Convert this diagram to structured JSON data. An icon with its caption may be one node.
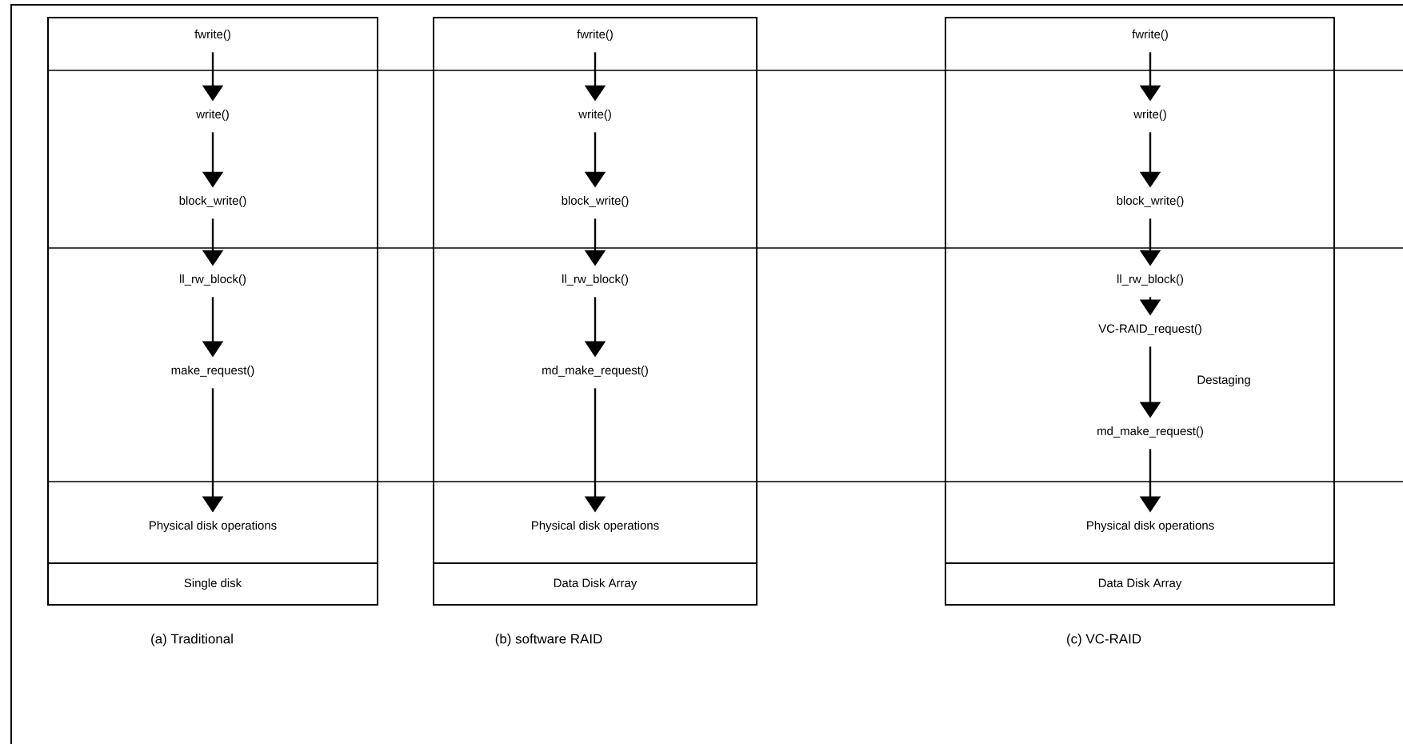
{
  "diagram": {
    "nodes": [
      {
        "text": [],
        "shape": "box"
      },
      {
        "text": [
          "fwrite()"
        ],
        "in": 0
      },
      {
        "text": [
          "write()"
        ],
        "in": 0
      },
      {
        "text": [
          "block_write()"
        ],
        "in": 0
      },
      {
        "text": [
          "ll_rw_block()"
        ],
        "in": 0
      },
      {
        "text": [
          "make_request()"
        ],
        "in": 0
      },
      {
        "text": [
          "Physical disk operations"
        ],
        "in": 0
      },
      {
        "text": [
          "Single disk"
        ],
        "in": 0
      },
      {
        "text": [],
        "shape": "box"
      },
      {
        "text": [
          "fwrite()"
        ],
        "in": 8
      },
      {
        "text": [
          "write()"
        ],
        "in": 8
      },
      {
        "text": [
          "block_write()"
        ],
        "in": 8
      },
      {
        "text": [
          "ll_rw_block()"
        ],
        "in": 8
      },
      {
        "text": [
          "md_make_request()"
        ],
        "in": 8
      },
      {
        "text": [
          "Physical disk operations"
        ],
        "in": 8
      },
      {
        "text": [
          "Data Disk Array"
        ],
        "in": 8
      },
      {
        "text": [],
        "shape": "box"
      },
      {
        "text": [
          "fwrite()"
        ],
        "in": 16
      },
      {
        "text": [
          "write()"
        ],
        "in": 16
      },
      {
        "text": [
          "block_write()"
        ],
        "in": 16
      },
      {
        "text": [
          "ll_rw_block()"
        ],
        "in": 16
      },
      {
        "text": [
          "VC-RAID_request()"
        ],
        "in": 16
      },
      {
        "text": [
          "md_make_request()"
        ],
        "in": 16
      },
      {
        "text": [
          "Physical disk operations"
        ],
        "in": 16
      },
      {
        "text": [
          "Data Disk Array"
        ],
        "in": 16
      }
    ],
    "edges": [
      {
        "from": 1,
        "to": 2,
        "arrow": "to"
      },
      {
        "from": 2,
        "to": 3,
        "arrow": "to"
      },
      {
        "from": 3,
        "to": 4,
        "arrow": "to"
      },
      {
        "from": 4,
        "to": 5,
        "arrow": "to"
      },
      {
        "from": 5,
        "to": 6,
        "arrow": "to"
      },
      {
        "from": 9,
        "to": 10,
        "arrow": "to"
      },
      {
        "from": 10,
        "to": 11,
        "arrow": "to"
      },
      {
        "from": 11,
        "to": 12,
        "arrow": "to"
      },
      {
        "from": 12,
        "to": 13,
        "arrow": "to"
      },
      {
        "from": 13,
        "to": 14,
        "arrow": "to"
      },
      {
        "from": 17,
        "to": 18,
        "arrow": "to"
      },
      {
        "from": 18,
        "to": 19,
        "arrow": "to"
      },
      {
        "from": 19,
        "to": 20,
        "arrow": "to"
      },
      {
        "from": 20,
        "to": 21,
        "arrow": "to"
      },
      {
        "from": 21,
        "to": 22,
        "arrow": "to",
        "label": "Destaging"
      },
      {
        "from": 22,
        "to": 23,
        "arrow": "to"
      }
    ],
    "labels": [
      "(a) Traditional",
      "(b) software RAID",
      "(c) VC-RAID"
    ]
  }
}
